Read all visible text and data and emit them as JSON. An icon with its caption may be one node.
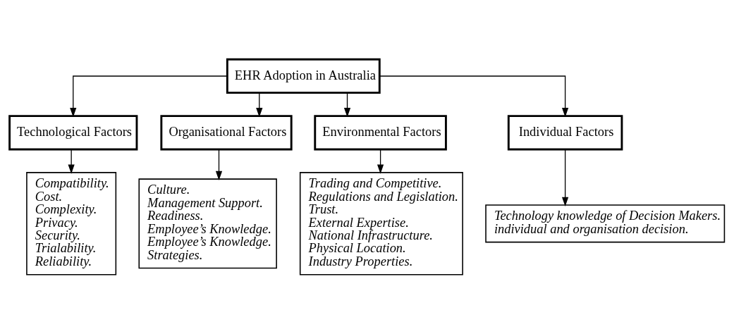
{
  "diagram": {
    "nodes": [
      {
        "text": [
          "EHR Adoption in Australia"
        ]
      },
      {
        "text": [
          "Technological Factors"
        ]
      },
      {
        "text": [
          "Organisational Factors"
        ]
      },
      {
        "text": [
          "Environmental Factors"
        ]
      },
      {
        "text": [
          "Individual Factors"
        ]
      },
      {
        "text": [
          "Compatibility.",
          "Cost.",
          "Complexity.",
          "Privacy.",
          "Security.",
          "Trialability.",
          "Reliability."
        ]
      },
      {
        "text": [
          "Culture.",
          "Management Support.",
          "Readiness.",
          "Employee’s Knowledge.",
          "Employee’s Knowledge.",
          "Strategies."
        ]
      },
      {
        "text": [
          "Trading and Competitive.",
          "Regulations and Legislation.",
          "Trust.",
          "External Expertise.",
          "National Infrastructure.",
          "Physical Location.",
          "Industry Properties."
        ]
      },
      {
        "text": [
          "Technology knowledge of Decision Makers.",
          "individual and organisation decision."
        ]
      }
    ],
    "edges": [
      {
        "from": 0,
        "to": 1,
        "arrow": "to"
      },
      {
        "from": 0,
        "to": 2,
        "arrow": "to"
      },
      {
        "from": 0,
        "to": 3,
        "arrow": "to"
      },
      {
        "from": 0,
        "to": 4,
        "arrow": "to"
      },
      {
        "from": 1,
        "to": 5,
        "arrow": "to"
      },
      {
        "from": 2,
        "to": 6,
        "arrow": "to"
      },
      {
        "from": 3,
        "to": 7,
        "arrow": "to"
      },
      {
        "from": 4,
        "to": 8,
        "arrow": "to"
      }
    ]
  }
}
